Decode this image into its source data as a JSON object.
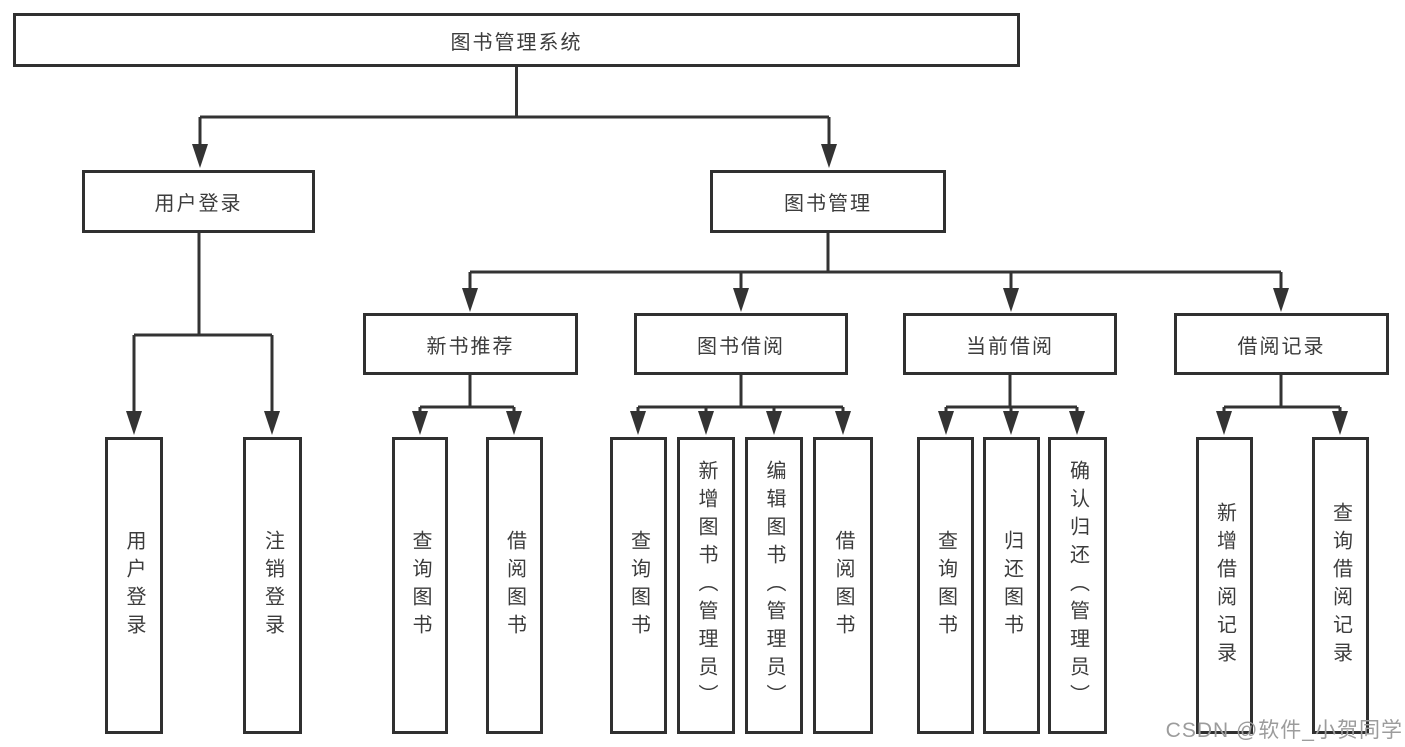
{
  "title": "图书管理系统",
  "tree": {
    "label": "图书管理系统",
    "children": [
      {
        "label": "用户登录",
        "children": [
          {
            "label": "用户登录"
          },
          {
            "label": "注销登录"
          }
        ]
      },
      {
        "label": "图书管理",
        "children": [
          {
            "label": "新书推荐",
            "children": [
              {
                "label": "查询图书"
              },
              {
                "label": "借阅图书"
              }
            ]
          },
          {
            "label": "图书借阅",
            "children": [
              {
                "label": "查询图书"
              },
              {
                "label": "新增图书（管理员）"
              },
              {
                "label": "编辑图书（管理员）"
              },
              {
                "label": "借阅图书"
              }
            ]
          },
          {
            "label": "当前借阅",
            "children": [
              {
                "label": "查询图书"
              },
              {
                "label": "归还图书"
              },
              {
                "label": "确认归还（管理员）"
              }
            ]
          },
          {
            "label": "借阅记录",
            "children": [
              {
                "label": "新增借阅记录"
              },
              {
                "label": "查询借阅记录"
              }
            ]
          }
        ]
      }
    ]
  },
  "watermark": "CSDN @软件_小贺同学",
  "colors": {
    "line": "#333333",
    "box_border": "#303030",
    "text": "#3c3c3c",
    "background": "#ffffff",
    "watermark": "#9c9c9c"
  }
}
